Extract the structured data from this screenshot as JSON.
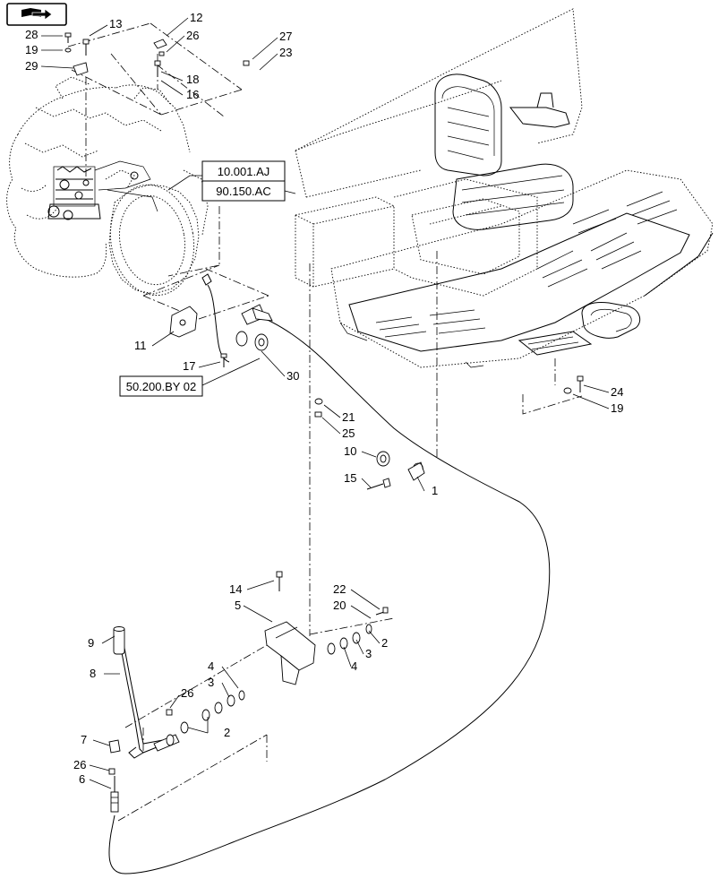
{
  "nav_icon": {
    "name": "book-arrow-icon"
  },
  "reference_boxes": [
    {
      "id": "ref-10001AJ",
      "text": "10.001.AJ"
    },
    {
      "id": "ref-90150AC",
      "text": "90.150.AC"
    },
    {
      "id": "ref-50200BY02",
      "text": "50.200.BY 02"
    }
  ],
  "callouts": [
    {
      "id": "c13",
      "text": "13"
    },
    {
      "id": "c12",
      "text": "12"
    },
    {
      "id": "c28",
      "text": "28"
    },
    {
      "id": "c26a",
      "text": "26"
    },
    {
      "id": "c19a",
      "text": "19"
    },
    {
      "id": "c29",
      "text": "29"
    },
    {
      "id": "c18",
      "text": "18"
    },
    {
      "id": "c16",
      "text": "16"
    },
    {
      "id": "c27",
      "text": "27"
    },
    {
      "id": "c23",
      "text": "23"
    },
    {
      "id": "c11",
      "text": "11"
    },
    {
      "id": "c17",
      "text": "17"
    },
    {
      "id": "c30",
      "text": "30"
    },
    {
      "id": "c21",
      "text": "21"
    },
    {
      "id": "c25",
      "text": "25"
    },
    {
      "id": "c24",
      "text": "24"
    },
    {
      "id": "c19b",
      "text": "19"
    },
    {
      "id": "c10",
      "text": "10"
    },
    {
      "id": "c15",
      "text": "15"
    },
    {
      "id": "c1",
      "text": "1"
    },
    {
      "id": "c14",
      "text": "14"
    },
    {
      "id": "c22",
      "text": "22"
    },
    {
      "id": "c5",
      "text": "5"
    },
    {
      "id": "c20",
      "text": "20"
    },
    {
      "id": "c2a",
      "text": "2"
    },
    {
      "id": "c4a",
      "text": "4"
    },
    {
      "id": "c3a",
      "text": "3"
    },
    {
      "id": "c9",
      "text": "9"
    },
    {
      "id": "c4b",
      "text": "4"
    },
    {
      "id": "c3b",
      "text": "3"
    },
    {
      "id": "c8",
      "text": "8"
    },
    {
      "id": "c26b",
      "text": "26"
    },
    {
      "id": "c2b",
      "text": "2"
    },
    {
      "id": "c7",
      "text": "7"
    },
    {
      "id": "c26c",
      "text": "26"
    },
    {
      "id": "c6",
      "text": "6"
    }
  ]
}
